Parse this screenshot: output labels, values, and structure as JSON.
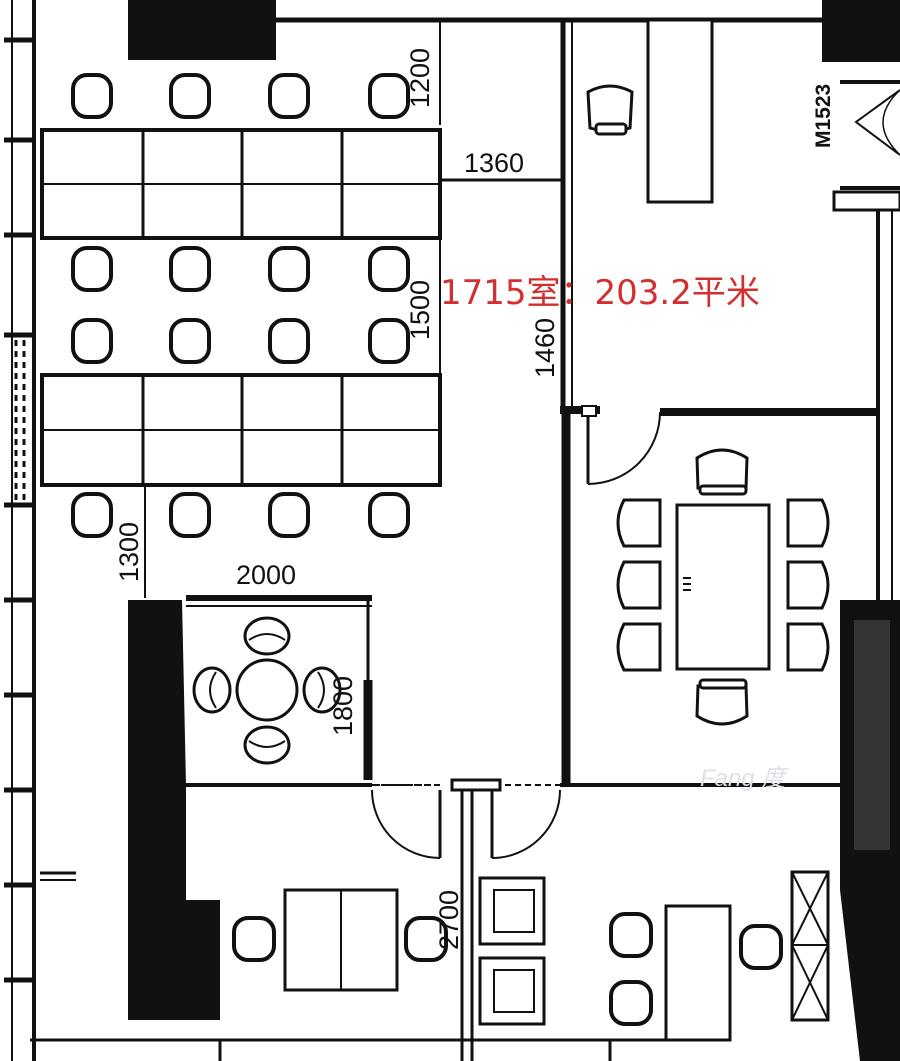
{
  "room_label": "1715室：203.2平米",
  "door_code": "M1523",
  "dimensions": {
    "d1200": "1200",
    "d1360": "1360",
    "d1500": "1500",
    "d1460": "1460",
    "d1300": "1300",
    "d2000": "2000",
    "d1800": "1800",
    "d2700": "2700"
  },
  "watermark": "Fang 度",
  "colors": {
    "wall": "#111111",
    "label": "#d32f2f",
    "background": "#ffffff"
  }
}
